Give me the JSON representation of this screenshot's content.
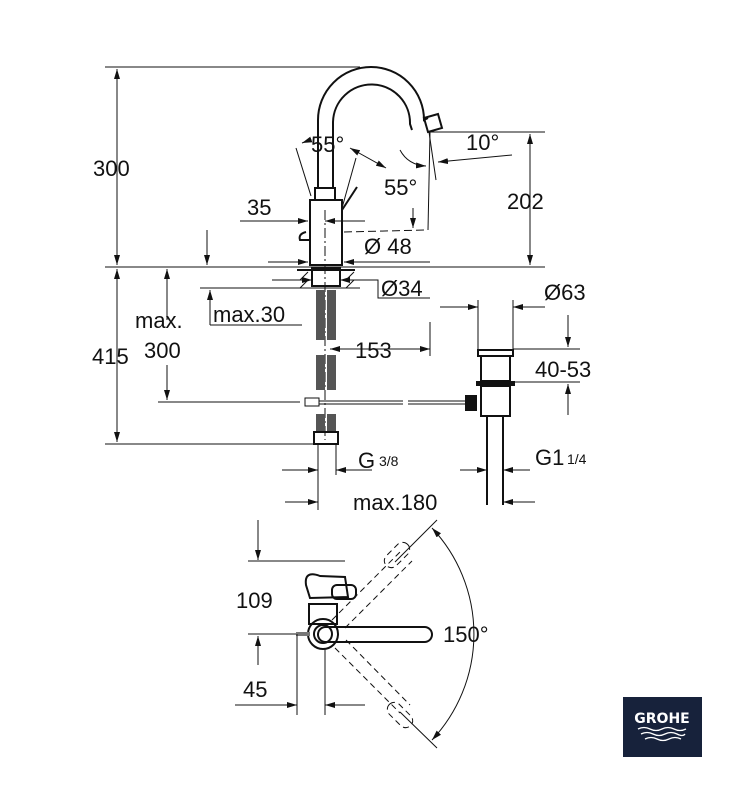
{
  "title": "Single-lever basin mixer technical drawing",
  "dimensions": {
    "total_height": "300",
    "lever_angle_front": "55°",
    "spout_angle": "10°",
    "lever_angle_back": "55°",
    "spout_height": "202",
    "lever_offset": "35",
    "body_diameter": "Ø 48",
    "shank_diameter": "Ø34",
    "drain_diameter": "Ø63",
    "max_label": "max.",
    "max_30": "max.30",
    "below_height": "415",
    "max_300": "300",
    "spout_reach": "153",
    "drain_range": "40-53",
    "connection_g": "G",
    "connection_g_fraction": "3/8",
    "drain_thread": "G1",
    "drain_thread_fraction": "1/4",
    "max_180": "max.180",
    "plan_depth": "109",
    "rotation_angle": "150°",
    "plan_offset": "45"
  },
  "logo": {
    "text": "GROHE",
    "color": "#17223b"
  }
}
